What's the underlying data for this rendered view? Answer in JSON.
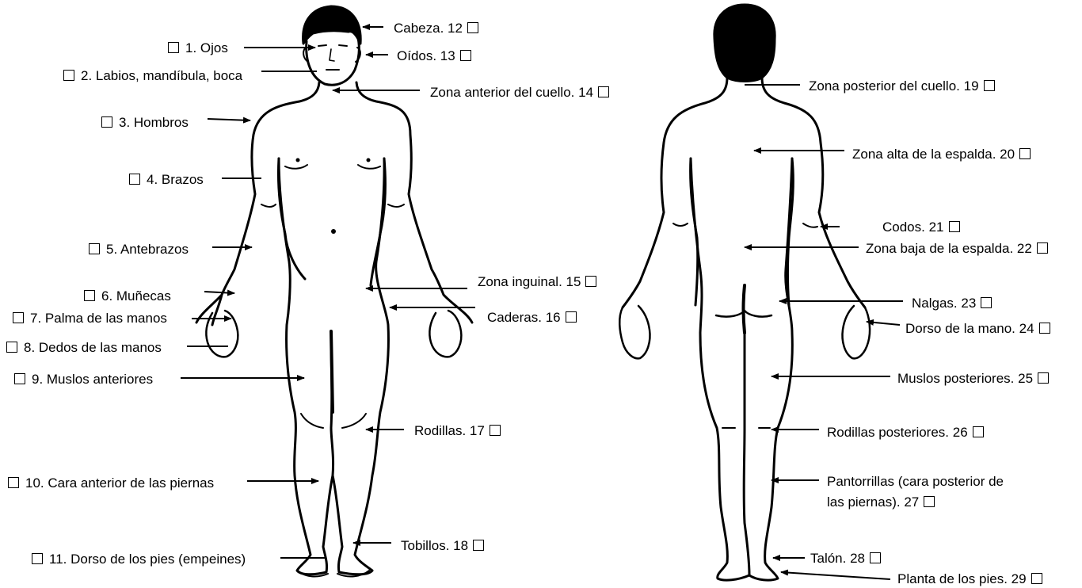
{
  "front_labels": [
    "1. Ojos",
    "2. Labios, mandíbula, boca",
    "3. Hombros",
    "4. Brazos",
    "5. Antebrazos",
    "6. Muñecas",
    "7. Palma de las manos",
    "8. Dedos de las manos",
    "9. Muslos anteriores",
    "10. Cara anterior de las piernas",
    "11. Dorso de los pies (empeines)"
  ],
  "front_right_labels": [
    "Cabeza. 12",
    "Oídos. 13",
    "Zona anterior del cuello. 14",
    "Zona inguinal. 15",
    "Caderas. 16",
    "Rodillas. 17",
    "Tobillos. 18"
  ],
  "back_labels": [
    "Zona posterior del cuello. 19",
    "Zona alta de la espalda. 20",
    "Codos. 21",
    "Zona baja de la espalda. 22",
    "Nalgas. 23",
    "Dorso de la mano. 24",
    "Muslos posteriores. 25",
    "Rodillas posteriores. 26",
    "Pantorrillas (cara posterior de",
    "las piernas). 27",
    "Talón. 28",
    "Planta de los pies. 29"
  ]
}
